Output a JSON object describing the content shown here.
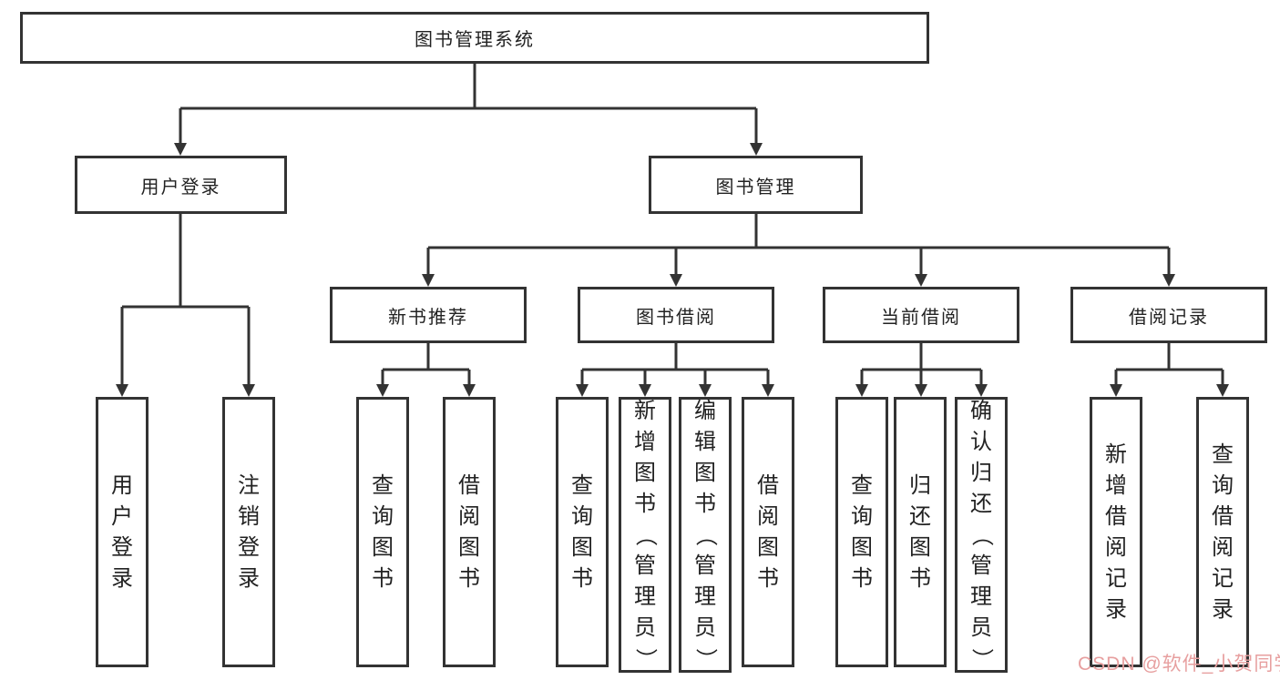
{
  "diagram_title": "图书管理系统",
  "colors": {
    "line": "#333333",
    "text": "#222222",
    "box_bg": "#ffffff",
    "watermark": "#e79f9f"
  },
  "watermark": "CSDN @软件_小贺同学",
  "nodes": {
    "root": {
      "label": "图书管理系统"
    },
    "user_login": {
      "label": "用户登录"
    },
    "book_management": {
      "label": "图书管理"
    },
    "new_book_rec": {
      "label": "新书推荐"
    },
    "book_borrow": {
      "label": "图书借阅"
    },
    "current_borrow": {
      "label": "当前借阅"
    },
    "borrow_record": {
      "label": "借阅记录"
    },
    "ul_user_login": {
      "label": "用户登录"
    },
    "ul_logout": {
      "label": "注销登录"
    },
    "nr_query_book": {
      "label": "查询图书"
    },
    "nr_borrow_book": {
      "label": "借阅图书"
    },
    "bb_query_book": {
      "label": "查询图书"
    },
    "bb_add_book": {
      "label": "新增图书（管理员）"
    },
    "bb_edit_book": {
      "label": "编辑图书（管理员）"
    },
    "bb_borrow_book": {
      "label": "借阅图书"
    },
    "cb_query_book": {
      "label": "查询图书"
    },
    "cb_return_book": {
      "label": "归还图书"
    },
    "cb_confirm_return": {
      "label": "确认归还（管理员）"
    },
    "br_add_record": {
      "label": "新增借阅记录"
    },
    "br_query_record": {
      "label": "查询借阅记录"
    }
  },
  "hierarchy": {
    "root": "图书管理系统",
    "children": [
      {
        "label": "用户登录",
        "children": [
          "用户登录",
          "注销登录"
        ]
      },
      {
        "label": "图书管理",
        "children": [
          {
            "label": "新书推荐",
            "children": [
              "查询图书",
              "借阅图书"
            ]
          },
          {
            "label": "图书借阅",
            "children": [
              "查询图书",
              "新增图书（管理员）",
              "编辑图书（管理员）",
              "借阅图书"
            ]
          },
          {
            "label": "当前借阅",
            "children": [
              "查询图书",
              "归还图书",
              "确认归还（管理员）"
            ]
          },
          {
            "label": "借阅记录",
            "children": [
              "新增借阅记录",
              "查询借阅记录"
            ]
          }
        ]
      }
    ]
  }
}
